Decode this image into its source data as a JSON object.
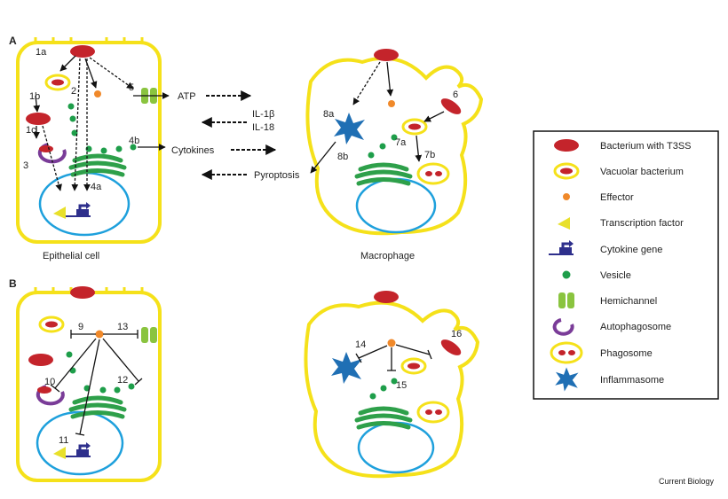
{
  "panels": {
    "a": "A",
    "b": "B"
  },
  "cells": {
    "epithelial": "Epithelial cell",
    "macrophage": "Macrophage"
  },
  "steps_a": {
    "s1a": "1a",
    "s1b": "1b",
    "s1c": "1c",
    "s2": "2",
    "s3": "3",
    "s4a": "4a",
    "s4b": "4b",
    "s5": "5",
    "s6": "6",
    "s7a": "7a",
    "s7b": "7b",
    "s8a": "8a",
    "s8b": "8b"
  },
  "steps_b": {
    "s9": "9",
    "s10": "10",
    "s11": "11",
    "s12": "12",
    "s13": "13",
    "s14": "14",
    "s15": "15",
    "s16": "16"
  },
  "signals": {
    "atp": "ATP",
    "il1b": "IL-1β",
    "il18": "IL-18",
    "cytokines": "Cytokines",
    "pyroptosis": "Pyroptosis"
  },
  "legend": {
    "items": [
      {
        "label": "Bacterium with T3SS",
        "icon": "bacterium-icon"
      },
      {
        "label": "Vacuolar bacterium",
        "icon": "vacuolar-bacterium-icon"
      },
      {
        "label": "Effector",
        "icon": "effector-dot-icon"
      },
      {
        "label": "Transcription factor",
        "icon": "transcription-factor-icon"
      },
      {
        "label": "Cytokine gene",
        "icon": "cytokine-gene-icon"
      },
      {
        "label": "Vesicle",
        "icon": "vesicle-icon"
      },
      {
        "label": "Hemichannel",
        "icon": "hemichannel-icon"
      },
      {
        "label": "Autophagosome",
        "icon": "autophagosome-icon"
      },
      {
        "label": "Phagosome",
        "icon": "phagosome-icon"
      },
      {
        "label": "Inflammasome",
        "icon": "inflammasome-icon"
      }
    ]
  },
  "credit": "Current Biology",
  "colors": {
    "membrane": "#f5e11a",
    "bacterium": "#c4242b",
    "effector": "#f0892a",
    "nucleus": "#1ea0dc",
    "er": "#2ea04a",
    "vesicle": "#1e9e4a",
    "gene": "#2e2f8c",
    "tf": "#e8e02a",
    "autophagosome": "#7a3c98",
    "inflammasome": "#1f6fb4",
    "hemichannel": "#8ac43f"
  }
}
